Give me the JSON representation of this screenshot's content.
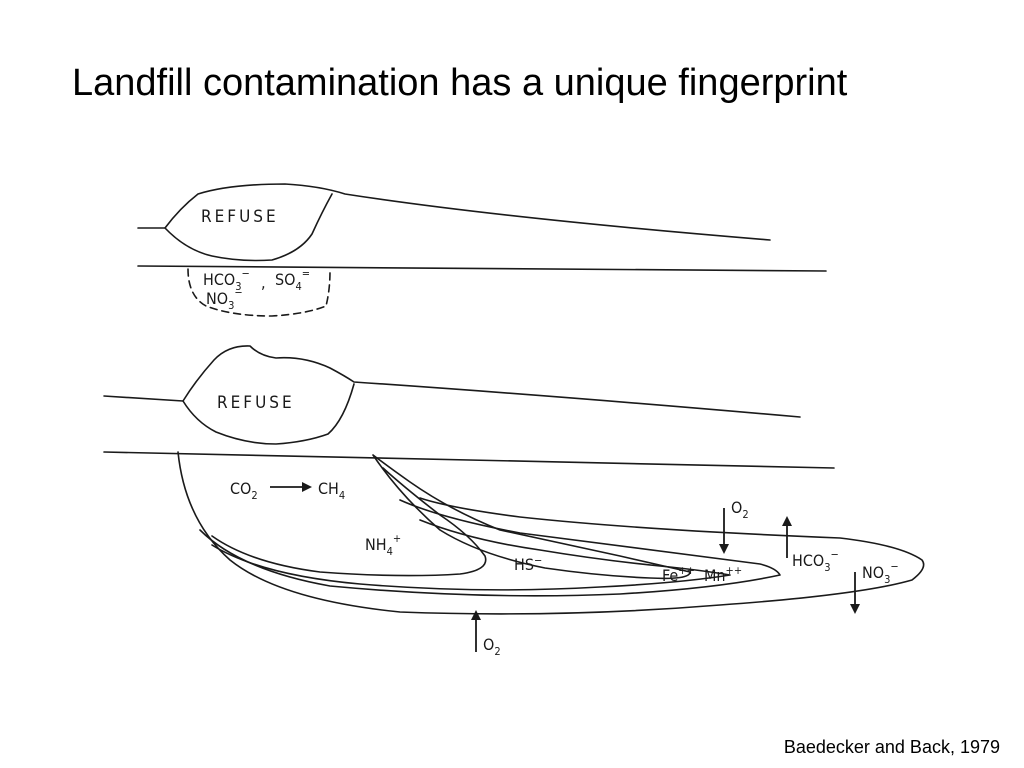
{
  "slide": {
    "title": "Landfill contamination has a unique fingerprint",
    "citation": "Baedecker and Back, 1979"
  },
  "diagram": {
    "top_panel": {
      "refuse_label": "REFUSE",
      "plume_labels": {
        "hco3": "HCO",
        "hco3_sub": "3",
        "hco3_charge": "−",
        "separator": ",",
        "so4": "SO",
        "so4_sub": "4",
        "so4_charge": "=",
        "no3": "NO",
        "no3_sub": "3",
        "no3_charge": "−"
      }
    },
    "bottom_panel": {
      "refuse_label": "REFUSE",
      "co2": "CO",
      "co2_sub": "2",
      "ch4": "CH",
      "ch4_sub": "4",
      "nh4": "NH",
      "nh4_sub": "4",
      "nh4_charge": "+",
      "hs": "HS",
      "hs_charge": "−",
      "fe": "Fe",
      "fe_charge": "++",
      "mn": "Mn",
      "mn_charge": "++",
      "hco3": "HCO",
      "hco3_sub": "3",
      "hco3_charge": "−",
      "no3": "NO",
      "no3_sub": "3",
      "no3_charge": "−",
      "o2_top": "O",
      "o2_top_sub": "2",
      "o2_bottom": "O",
      "o2_bottom_sub": "2"
    }
  }
}
